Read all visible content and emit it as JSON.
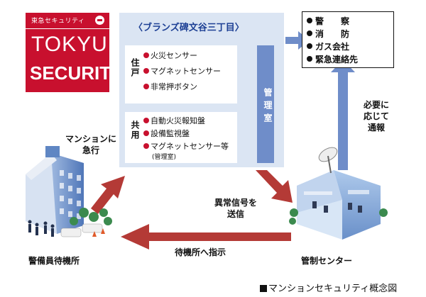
{
  "logo": {
    "small_text": "東急セキュリティ",
    "line1": "TOKYU",
    "line2": "SECURITY"
  },
  "panel": {
    "title": "〈ブランズ碑文谷三丁目〉",
    "residence_label": "住戸",
    "residence_items": [
      "火災センサー",
      "マグネットセンサー",
      "非常押ボタン"
    ],
    "common_label": "共用",
    "common_items": [
      "自動火災報知盤",
      "設備監視盤",
      "マグネットセンサー等"
    ],
    "common_note": "(管理室)",
    "management_room": "管理室"
  },
  "authorities": [
    "警　　察",
    "消　　防",
    "ガス会社",
    "緊急連絡先"
  ],
  "labels": {
    "as_needed": [
      "必要に",
      "応じて",
      "通報"
    ],
    "rush": [
      "マンションに",
      "急行"
    ],
    "abnormal_signal": [
      "異常信号を",
      "送信"
    ],
    "dispatch": "待機所へ指示",
    "guard_station": "警備員待機所",
    "control_center": "管制センター"
  },
  "caption": "マンションセキュリティ概念図",
  "colors": {
    "brand_red": "#c8102e",
    "panel_blue": "#dbe5f3",
    "mgmt_blue": "#6f8dc9",
    "arrow_red": "#b43a36",
    "arrow_blue": "#6f8dc9"
  }
}
